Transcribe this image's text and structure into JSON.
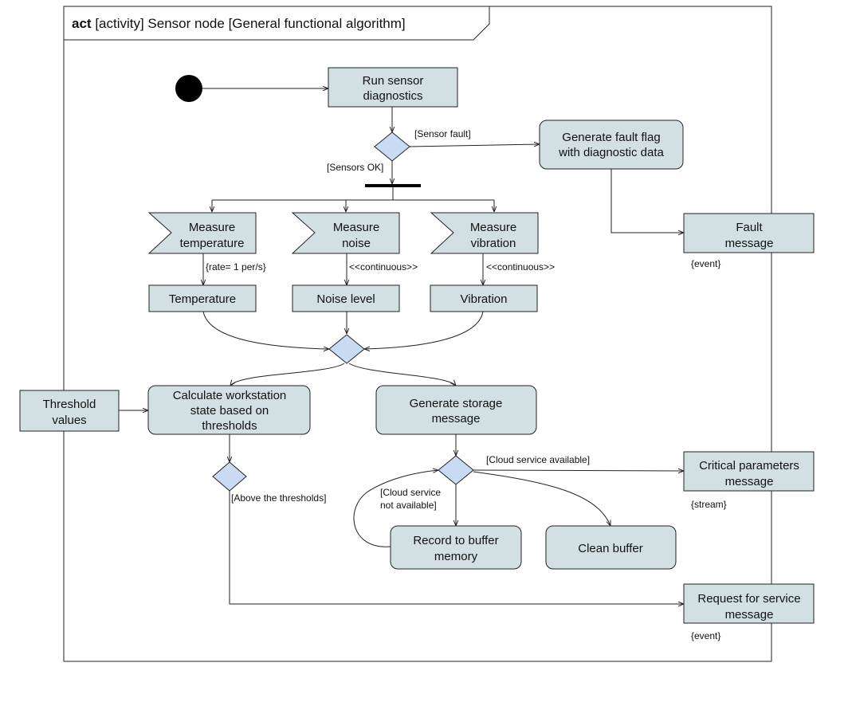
{
  "frame": {
    "keyword": "act",
    "rest": "[activity] Sensor node [General functional algorithm]"
  },
  "nodes": {
    "run_diag": [
      "Run sensor",
      "diagnostics"
    ],
    "fault_flag": [
      "Generate fault flag",
      "with diagnostic data"
    ],
    "fault_msg": [
      "Fault",
      "message"
    ],
    "meas_temp": [
      "Measure",
      "temperature"
    ],
    "meas_noise": [
      "Measure",
      "noise"
    ],
    "meas_vib": [
      "Measure",
      "vibration"
    ],
    "temperature": [
      "Temperature"
    ],
    "noise_level": [
      "Noise level"
    ],
    "vibration": [
      "Vibration"
    ],
    "threshold": [
      "Threshold",
      "values"
    ],
    "calc_state": [
      "Calculate workstation",
      "state based on",
      "thresholds"
    ],
    "gen_storage": [
      "Generate storage",
      "message"
    ],
    "critical_msg": [
      "Critical parameters",
      "message"
    ],
    "record_buffer": [
      "Record to buffer",
      "memory"
    ],
    "clean_buffer": [
      "Clean buffer"
    ],
    "service_msg": [
      "Request for service",
      "message"
    ]
  },
  "labels": {
    "sensor_fault": "[Sensor fault]",
    "sensors_ok": "[Sensors OK]",
    "rate": "{rate= 1 per/s}",
    "continuous_noise": "<<continuous>>",
    "continuous_vib": "<<continuous>>",
    "fault_event": "{event}",
    "cloud_avail": "[Cloud service available]",
    "cloud_na_1": "[Cloud service",
    "cloud_na_2": "not available]",
    "stream": "{stream}",
    "above": "[Above the thresholds]",
    "service_event": "{event}"
  }
}
